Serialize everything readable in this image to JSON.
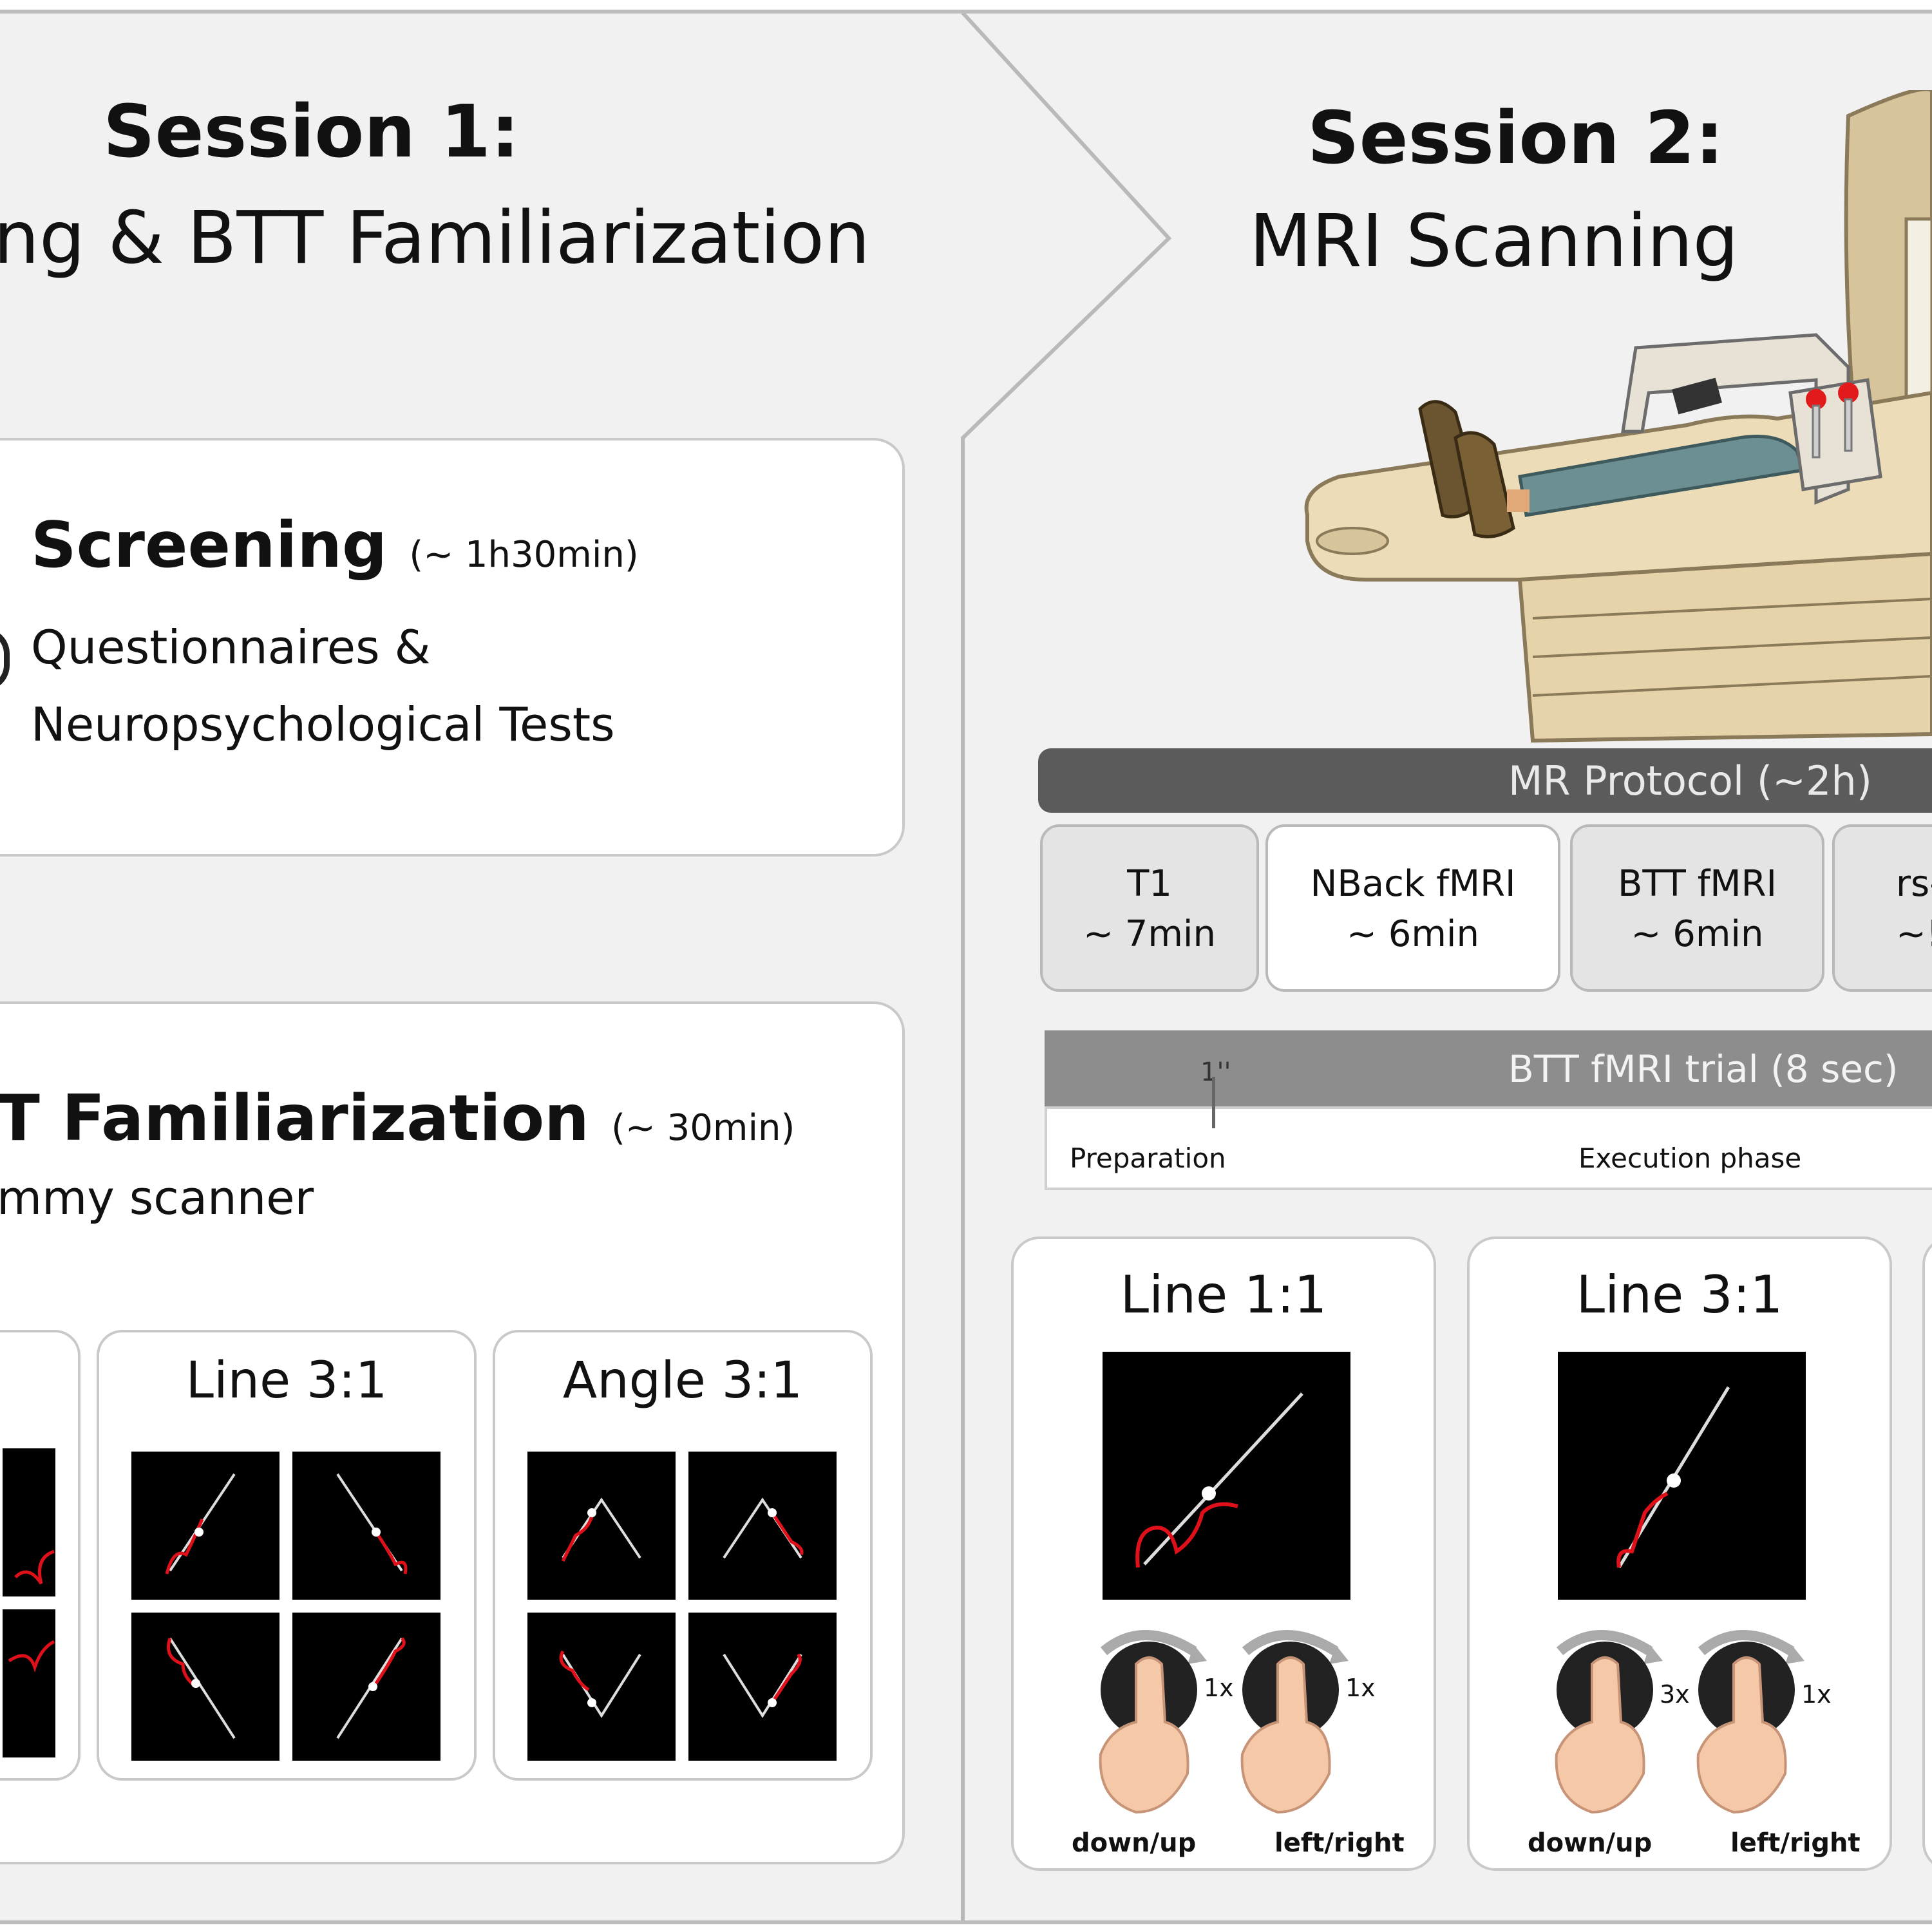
{
  "session1": {
    "title": "Session 1:",
    "subtitle": "ng & BTT Familiarization",
    "screening": {
      "title": "Screening",
      "duration": "(~ 1h30min)",
      "line1": "Questionnaires &",
      "line2": "Neuropsychological Tests"
    },
    "familiarization": {
      "title": "T Familiarization",
      "duration": "(~ 30min)",
      "subtitle": "mmy scanner",
      "cards": [
        {
          "label": "Line 3:1"
        },
        {
          "label": "Angle 3:1"
        }
      ]
    }
  },
  "session2": {
    "title": "Session 2:",
    "subtitle": "MRI Scanning",
    "protocol": {
      "title": "MR Protocol (~2h)",
      "items": [
        {
          "name": "T1",
          "time": "~ 7min"
        },
        {
          "name": "NBack fMRI",
          "time": "~ 6min"
        },
        {
          "name": "BTT fMRI",
          "time": "~ 6min"
        },
        {
          "name": "rs-",
          "time": "~!"
        }
      ]
    },
    "trial": {
      "title": "BTT fMRI trial (8 sec)",
      "marker": "1''",
      "phase1": "Preparation",
      "phase2": "Execution phase"
    },
    "conditions": [
      {
        "label": "Line 1:1",
        "left_ratio": "1x",
        "right_ratio": "1x",
        "left_dir": "down/up",
        "right_dir": "left/right"
      },
      {
        "label": "Line 3:1",
        "left_ratio": "3x",
        "right_ratio": "1x",
        "left_dir": "down/up",
        "right_dir": "left/right"
      }
    ]
  },
  "colors": {
    "panel_bg": "#f1f1f1",
    "stimulus_bg": "#000000",
    "trace_red": "#e0101a",
    "protocol_bar": "#5b5b5b",
    "trial_bar": "#8d8d8d"
  }
}
